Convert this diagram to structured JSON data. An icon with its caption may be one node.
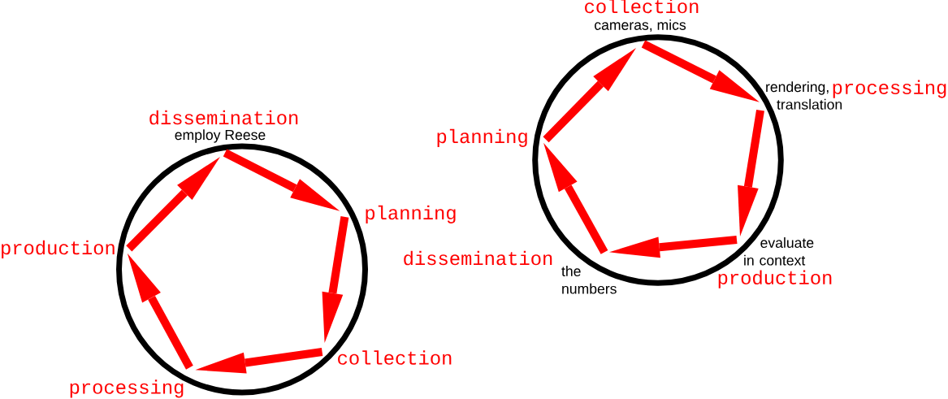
{
  "diagram": {
    "nodes": [
      {
        "text": [
          "dissemination",
          "employ Reese"
        ]
      },
      {
        "text": [
          "planning"
        ]
      },
      {
        "text": [
          "collection"
        ]
      },
      {
        "text": [
          "processing"
        ]
      },
      {
        "text": [
          "production"
        ]
      },
      {
        "text": [
          "collection",
          "cameras, mics"
        ]
      },
      {
        "text": [
          "rendering, translation",
          "processing"
        ]
      },
      {
        "text": [
          "evaluate in context",
          "production"
        ]
      },
      {
        "text": [
          "dissemination",
          "the numbers"
        ]
      },
      {
        "text": [
          "planning"
        ]
      }
    ],
    "edges": [
      {
        "from": 0,
        "to": 1,
        "arrow": "to"
      },
      {
        "from": 1,
        "to": 2,
        "arrow": "to"
      },
      {
        "from": 2,
        "to": 3,
        "arrow": "to"
      },
      {
        "from": 3,
        "to": 4,
        "arrow": "to"
      },
      {
        "from": 4,
        "to": 0,
        "arrow": "to"
      },
      {
        "from": 5,
        "to": 6,
        "arrow": "to"
      },
      {
        "from": 6,
        "to": 7,
        "arrow": "to"
      },
      {
        "from": 7,
        "to": 8,
        "arrow": "to"
      },
      {
        "from": 8,
        "to": 9,
        "arrow": "to"
      },
      {
        "from": 9,
        "to": 5,
        "arrow": "to"
      }
    ]
  }
}
